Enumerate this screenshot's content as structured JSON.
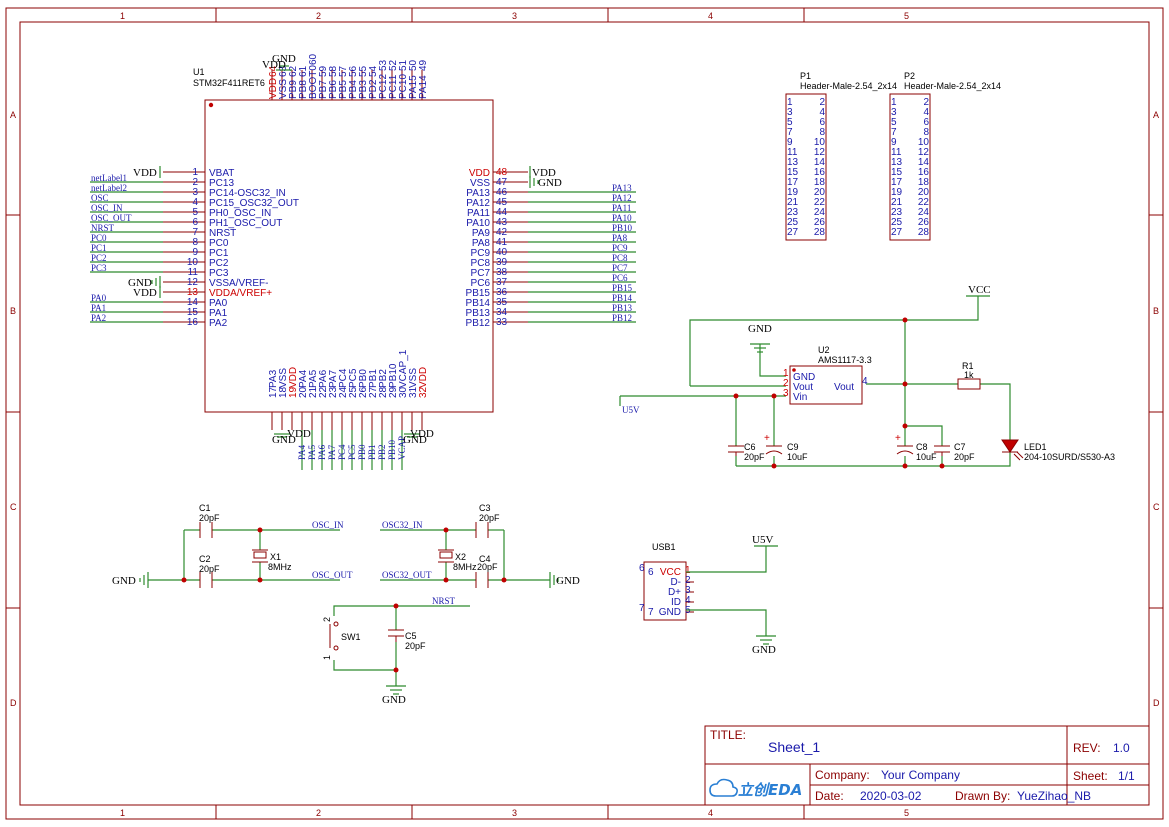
{
  "frame": {
    "col_labels": [
      "1",
      "2",
      "3",
      "4",
      "5"
    ],
    "row_labels": [
      "A",
      "B",
      "C",
      "D"
    ]
  },
  "u1": {
    "ref": "U1",
    "value": "STM32F411RET6",
    "top_pins": [
      {
        "num": "64",
        "name": "VDD",
        "red": true
      },
      {
        "num": "63",
        "name": "VSS"
      },
      {
        "num": "62",
        "name": "PB9"
      },
      {
        "num": "61",
        "name": "PB8"
      },
      {
        "num": "60",
        "name": "BOOT0"
      },
      {
        "num": "59",
        "name": "PB7"
      },
      {
        "num": "58",
        "name": "PB6"
      },
      {
        "num": "57",
        "name": "PB5"
      },
      {
        "num": "56",
        "name": "PB4"
      },
      {
        "num": "55",
        "name": "PB3"
      },
      {
        "num": "54",
        "name": "PD2"
      },
      {
        "num": "53",
        "name": "PC12"
      },
      {
        "num": "52",
        "name": "PC11"
      },
      {
        "num": "51",
        "name": "PC10"
      },
      {
        "num": "50",
        "name": "PA15"
      },
      {
        "num": "49",
        "name": "PA14"
      }
    ],
    "left_pins": [
      {
        "num": "1",
        "name": "VBAT",
        "net": "VDD",
        "pwr": true
      },
      {
        "num": "2",
        "name": "PC13",
        "net": "netLabel1"
      },
      {
        "num": "3",
        "name": "PC14-OSC32_IN",
        "net": "netLabel2"
      },
      {
        "num": "4",
        "name": "PC15_OSC32_OUT",
        "net": "OSC"
      },
      {
        "num": "5",
        "name": "PH0_OSC_IN",
        "net": "OSC_IN"
      },
      {
        "num": "6",
        "name": "PH1_OSC_OUT",
        "net": "OSC_OUT"
      },
      {
        "num": "7",
        "name": "NRST",
        "net": "NRST"
      },
      {
        "num": "8",
        "name": "PC0",
        "net": "PC0"
      },
      {
        "num": "9",
        "name": "PC1",
        "net": "PC1"
      },
      {
        "num": "10",
        "name": "PC2",
        "net": "PC2"
      },
      {
        "num": "11",
        "name": "PC3",
        "net": "PC3"
      },
      {
        "num": "12",
        "name": "VSSA/VREF-",
        "net": "GND",
        "pwr": true
      },
      {
        "num": "13",
        "name": "VDDA/VREF+",
        "net": "VDD",
        "pwr": true,
        "red": true
      },
      {
        "num": "14",
        "name": "PA0",
        "net": "PA0"
      },
      {
        "num": "15",
        "name": "PA1",
        "net": "PA1"
      },
      {
        "num": "16",
        "name": "PA2",
        "net": "PA2"
      }
    ],
    "right_pins": [
      {
        "num": "48",
        "name": "VDD",
        "net": "VDD",
        "pwr": true,
        "red": true
      },
      {
        "num": "47",
        "name": "VSS",
        "net": "GND",
        "pwr": true
      },
      {
        "num": "46",
        "name": "PA13",
        "net": "PA13"
      },
      {
        "num": "45",
        "name": "PA12",
        "net": "PA12"
      },
      {
        "num": "44",
        "name": "PA11",
        "net": "PA11"
      },
      {
        "num": "43",
        "name": "PA10",
        "net": "PA10"
      },
      {
        "num": "42",
        "name": "PA9",
        "net": "PB10"
      },
      {
        "num": "41",
        "name": "PA8",
        "net": "PA8"
      },
      {
        "num": "40",
        "name": "PC9",
        "net": "PC9"
      },
      {
        "num": "39",
        "name": "PC8",
        "net": "PC8"
      },
      {
        "num": "38",
        "name": "PC7",
        "net": "PC7"
      },
      {
        "num": "37",
        "name": "PC6",
        "net": "PC6"
      },
      {
        "num": "36",
        "name": "PB15",
        "net": "PB15"
      },
      {
        "num": "35",
        "name": "PB14",
        "net": "PB14"
      },
      {
        "num": "34",
        "name": "PB13",
        "net": "PB13"
      },
      {
        "num": "33",
        "name": "PB12",
        "net": "PB12"
      }
    ],
    "bottom_pins": [
      {
        "num": "17",
        "name": "PA3"
      },
      {
        "num": "18",
        "name": "VSS"
      },
      {
        "num": "19",
        "name": "VDD",
        "red": true
      },
      {
        "num": "20",
        "name": "PA4"
      },
      {
        "num": "21",
        "name": "PA5"
      },
      {
        "num": "22",
        "name": "PA6"
      },
      {
        "num": "23",
        "name": "PA7"
      },
      {
        "num": "24",
        "name": "PC4"
      },
      {
        "num": "25",
        "name": "PC5"
      },
      {
        "num": "26",
        "name": "PB0"
      },
      {
        "num": "27",
        "name": "PB1"
      },
      {
        "num": "28",
        "name": "PB2"
      },
      {
        "num": "29",
        "name": "PB10"
      },
      {
        "num": "30",
        "name": "VCAP_1"
      },
      {
        "num": "31",
        "name": "VSS"
      },
      {
        "num": "32",
        "name": "VDD",
        "red": true
      }
    ],
    "bottom_nets": [
      "PA4",
      "PA5",
      "PA6",
      "PA7",
      "PC4",
      "PC5",
      "PB0",
      "PB1",
      "PB2",
      "PB10",
      "VCAP"
    ],
    "top_pwr": [
      "GND",
      "VDD"
    ],
    "bottom_pwr": [
      "GND",
      "VDD",
      "GND",
      "VDD"
    ]
  },
  "headers": [
    {
      "ref": "P1",
      "value": "Header-Male-2.54_2x14"
    },
    {
      "ref": "P2",
      "value": "Header-Male-2.54_2x14"
    }
  ],
  "header_rows": [
    [
      "1",
      "2"
    ],
    [
      "3",
      "4"
    ],
    [
      "5",
      "6"
    ],
    [
      "7",
      "8"
    ],
    [
      "9",
      "10"
    ],
    [
      "11",
      "12"
    ],
    [
      "13",
      "14"
    ],
    [
      "15",
      "16"
    ],
    [
      "17",
      "18"
    ],
    [
      "19",
      "20"
    ],
    [
      "21",
      "22"
    ],
    [
      "23",
      "24"
    ],
    [
      "25",
      "26"
    ],
    [
      "27",
      "28"
    ]
  ],
  "regulator": {
    "ref": "U2",
    "value": "AMS1117-3.3",
    "pins": [
      {
        "num": "1",
        "name": "GND"
      },
      {
        "num": "2",
        "name": "Vout"
      },
      {
        "num": "3",
        "name": "Vin"
      },
      {
        "num": "4",
        "name": "Vout"
      }
    ],
    "vcc": "VCC",
    "gnd": "GND",
    "u5v": "U5V"
  },
  "power_parts": [
    {
      "ref": "C6",
      "value": "20pF"
    },
    {
      "ref": "C9",
      "value": "10uF"
    },
    {
      "ref": "C8",
      "value": "10uF"
    },
    {
      "ref": "C7",
      "value": "20pF"
    },
    {
      "ref": "R1",
      "value": "1k"
    },
    {
      "ref": "LED1",
      "value": "204-10SURD/S530-A3"
    }
  ],
  "osc": {
    "c1": {
      "ref": "C1",
      "value": "20pF"
    },
    "c2": {
      "ref": "C2",
      "value": "20pF"
    },
    "x1": {
      "ref": "X1",
      "value": "8MHz"
    },
    "c3": {
      "ref": "C3",
      "value": "20pF"
    },
    "c4": {
      "ref": "C4",
      "value": "20pF"
    },
    "x2": {
      "ref": "X2",
      "value": "8MHz"
    },
    "osc_in": "OSC_IN",
    "osc_out": "OSC_OUT",
    "osc32_in": "OSC32_IN",
    "osc32_out": "OSC32_OUT",
    "gnd": "GND"
  },
  "reset": {
    "sw": "SW1",
    "c5": {
      "ref": "C5",
      "value": "20pF"
    },
    "net": "NRST",
    "gnd": "GND",
    "pin1": "1",
    "pin2": "2"
  },
  "usb": {
    "ref": "USB1",
    "pins": [
      {
        "num": "1",
        "name": "VCC",
        "red": true
      },
      {
        "num": "2",
        "name": "D-"
      },
      {
        "num": "3",
        "name": "D+"
      },
      {
        "num": "4",
        "name": "ID"
      },
      {
        "num": "5",
        "name": "GND"
      }
    ],
    "side_pins": [
      "6",
      "7"
    ],
    "u5v": "U5V",
    "gnd": "GND"
  },
  "title_block": {
    "title_label": "TITLE:",
    "title": "Sheet_1",
    "rev_label": "REV:",
    "rev": "1.0",
    "company_label": "Company:",
    "company": "Your Company",
    "sheet_label": "Sheet:",
    "sheet": "1/1",
    "date_label": "Date:",
    "date": "2020-03-02",
    "drawn_label": "Drawn By:",
    "drawn": "YueZihao_NB",
    "logo": "立创EDA",
    "colors": {
      "frame": "#8b0000",
      "wire": "#2e8b2e",
      "text": "#1a1aaa"
    }
  }
}
